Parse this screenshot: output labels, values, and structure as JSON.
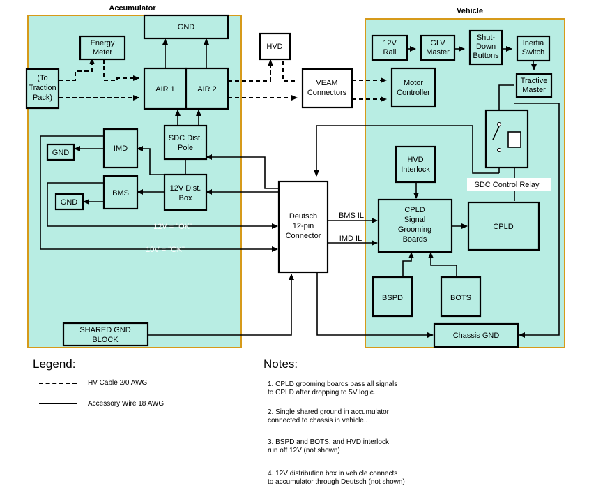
{
  "regions": {
    "accumulator": "Accumulator",
    "vehicle": "Vehicle"
  },
  "blocks": {
    "gnd_top": "GND",
    "energy_meter": [
      "Energy",
      "Meter"
    ],
    "to_traction_pack": [
      "(To",
      "Traction",
      "Pack)"
    ],
    "air1": "AIR 1",
    "air2": "AIR 2",
    "hvd": "HVD",
    "veam": [
      "VEAM",
      "Connectors"
    ],
    "motor_controller": [
      "Motor",
      "Controller"
    ],
    "rail_12v": [
      "12V",
      "Rail"
    ],
    "glv_master": [
      "GLV",
      "Master"
    ],
    "shutdown_buttons": [
      "Shut-",
      "Down",
      "Buttons"
    ],
    "inertia_switch": [
      "Inertia",
      "Switch"
    ],
    "tractive_master": [
      "Tractive",
      "Master"
    ],
    "sdc_dist_pole": [
      "SDC Dist.",
      "Pole"
    ],
    "imd": "IMD",
    "gnd_imd": "GND",
    "bms": "BMS",
    "gnd_bms": "GND",
    "dist_box_12v": [
      "12V Dist.",
      "Box"
    ],
    "deutsch": [
      "Deutsch",
      "12-pin",
      "Connector"
    ],
    "hvd_interlock": [
      "HVD",
      "Interlock"
    ],
    "sdc_control_relay": "SDC Control Relay",
    "cpld_grooming": [
      "CPLD",
      "Signal",
      "Grooming",
      "Boards"
    ],
    "cpld": "CPLD",
    "bspd": "BSPD",
    "bots": "BOTS",
    "shared_gnd": [
      "SHARED GND",
      "BLOCK"
    ],
    "chassis_gnd": "Chassis GND"
  },
  "wire_labels": {
    "ok_12v": "12V = \"OK\"",
    "ok_10v": "10V = \"OK\"",
    "bms_il": "BMS IL",
    "imd_il": "IMD IL"
  },
  "legend": {
    "title": "Legend",
    "suffix": ":",
    "hv_cable": "HV Cable 2/0 AWG",
    "accessory_wire": "Accessory Wire 18 AWG"
  },
  "notes": {
    "title": "Notes:",
    "items": [
      "1. CPLD grooming boards pass all signals\nto CPLD after dropping to 5V logic.",
      "2. Single shared ground in accumulator\nconnected to chassis in vehicle..",
      "3. BSPD and BOTS, and HVD interlock\n run off 12V (not shown)",
      "4. 12V distribution box in vehicle connects\nto accumulator through Deutsch (not shown)"
    ]
  }
}
